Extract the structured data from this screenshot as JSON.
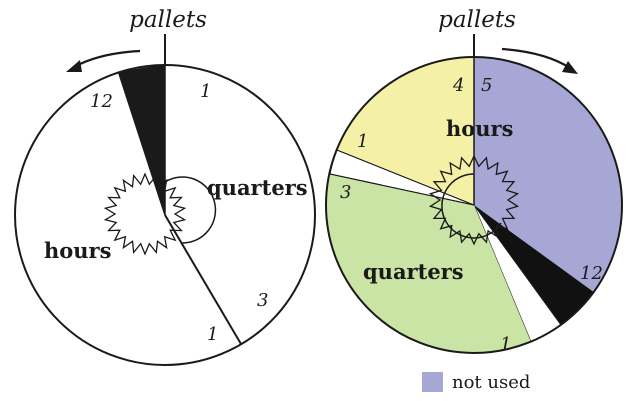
{
  "left_diagram": {
    "top_label": "pallets",
    "region_labels": {
      "quarters": "quarters",
      "hours": "hours"
    },
    "numbers": {
      "n12": "12",
      "n1_top": "1",
      "n3": "3",
      "n1_bottom": "1"
    },
    "rotation": "counterclockwise",
    "colors": {
      "slice_fill": "#1a1a1a",
      "background": "#ffffff",
      "stroke": "#1a1a1a"
    }
  },
  "right_diagram": {
    "top_label": "pallets",
    "region_labels": {
      "hours": "hours",
      "quarters": "quarters"
    },
    "numbers": {
      "n5": "5",
      "n4": "4",
      "n1_left": "1",
      "n3": "3",
      "n12": "12",
      "n1_bottom": "1"
    },
    "rotation": "clockwise",
    "colors": {
      "not_used": "#a7a7d6",
      "hours": "#f4f1a6",
      "quarters": "#c9e4a5",
      "black_slice": "#111111",
      "white_slice": "#ffffff"
    }
  },
  "legend": {
    "label": "not used",
    "color": "#a7a7d6"
  }
}
